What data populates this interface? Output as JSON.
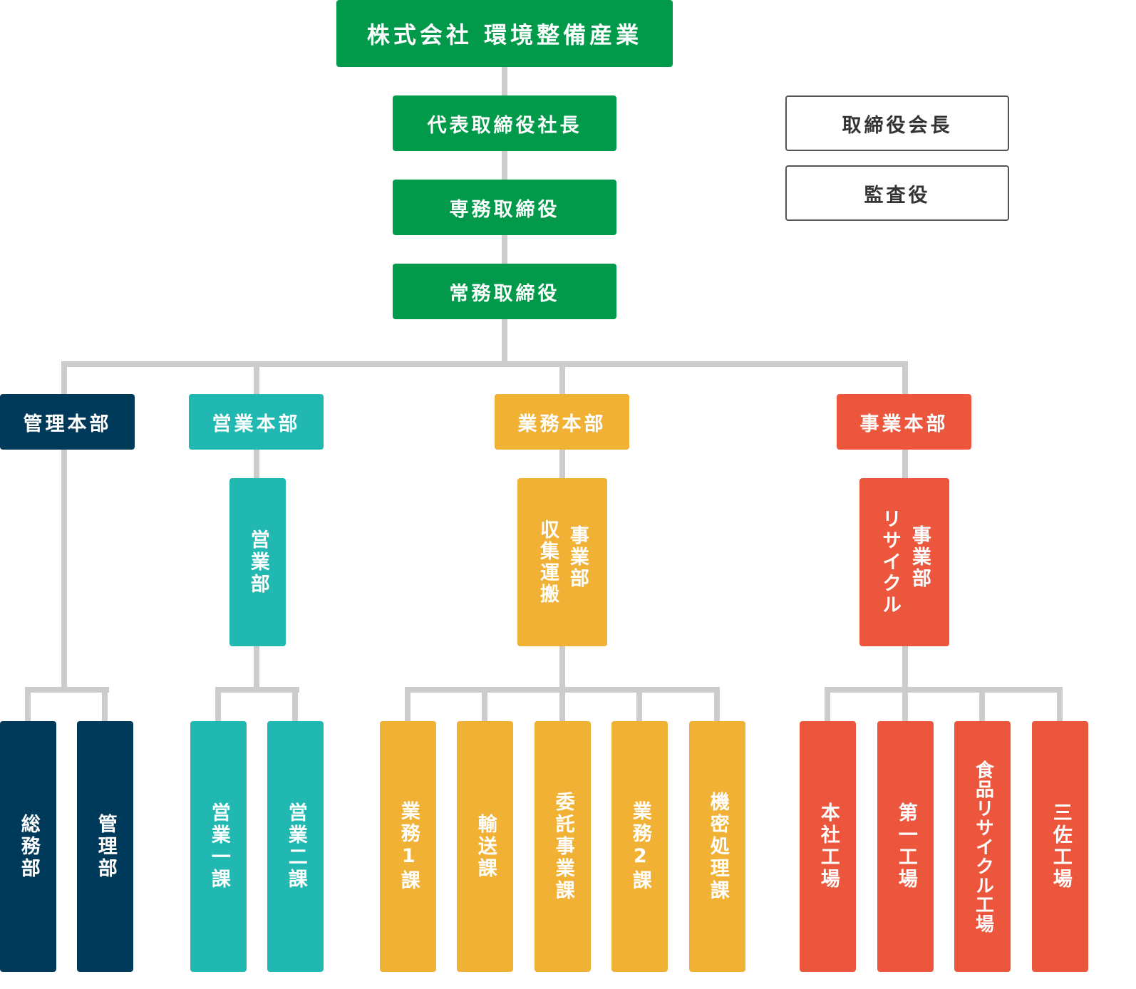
{
  "company": "株式会社 環境整備産業",
  "executives": {
    "president": "代表取締役社長",
    "senior_managing": "専務取締役",
    "managing": "常務取締役",
    "chairman": "取締役会長",
    "auditor": "監査役"
  },
  "divisions": {
    "kanri": {
      "name": "管理本部",
      "color": "#003a5a",
      "sections": [
        "総務部",
        "管理部"
      ]
    },
    "eigyo": {
      "name": "営業本部",
      "color": "#21b8b2",
      "department": "営業部",
      "sections": [
        "営業一課",
        "営業二課"
      ]
    },
    "gyomu": {
      "name": "業務本部",
      "color": "#f0b135",
      "department": "収集運搬事業部",
      "department_lines": [
        "収集運搬",
        "事業部"
      ],
      "sections": [
        "業務1課",
        "輸送課",
        "委託事業課",
        "業務2課",
        "機密処理課"
      ]
    },
    "jigyo": {
      "name": "事業本部",
      "color": "#eb563c",
      "department": "リサイクル事業部",
      "department_lines": [
        "リサイクル",
        "事業部"
      ],
      "sections": [
        "本社工場",
        "第一工場",
        "食品リサイクル工場",
        "三佐工場"
      ]
    }
  },
  "colors": {
    "executive": "#009a4a",
    "connector": "#cccccc"
  }
}
